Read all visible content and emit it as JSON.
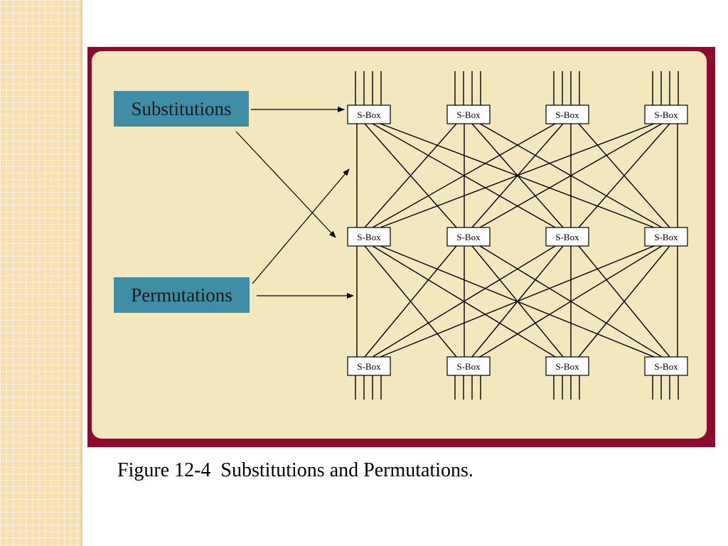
{
  "slide": {
    "caption": "Figure 12-4  Substitutions and Permutations."
  },
  "diagram": {
    "substitutions_label": "Substitutions",
    "permutations_label": "Permutations",
    "sbox_label": "S-Box",
    "sbox_rows": 3,
    "sbox_cols": 4
  },
  "colors": {
    "frame": "#8b0c2e",
    "panel": "#f3e7bd",
    "label_box": "#3f8ea6",
    "strip": "#f7dfb2"
  }
}
